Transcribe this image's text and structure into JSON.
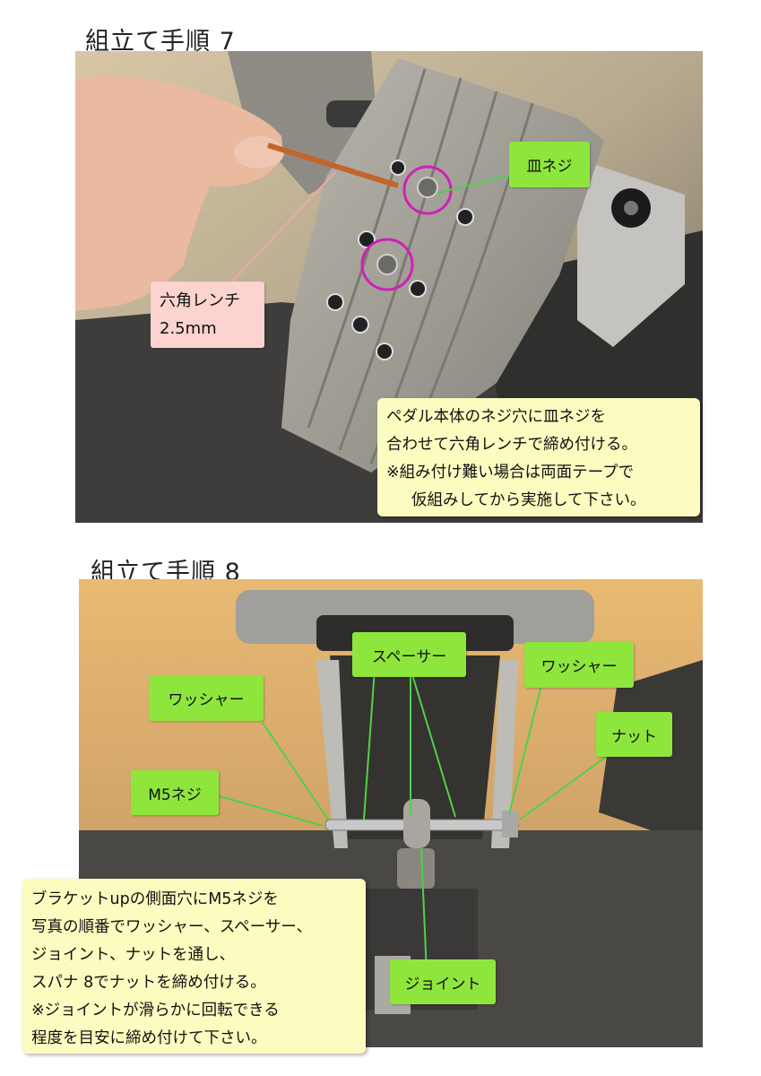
{
  "step7": {
    "title": "組立て手順 7",
    "labels": {
      "flat_screw": "皿ネジ",
      "hex_wrench_line1": "六角レンチ",
      "hex_wrench_line2": "2.5mm"
    },
    "note": [
      "ペダル本体のネジ穴に皿ネジを",
      "合わせて六角レンチで締め付ける。",
      "※組み付け難い場合は両面テープで",
      "仮組みしてから実施して下さい。"
    ]
  },
  "step8": {
    "title": "組立て手順 8",
    "labels": {
      "spacer": "スペーサー",
      "washer_left": "ワッシャー",
      "washer_right": "ワッシャー",
      "nut": "ナット",
      "m5_screw": "M5ネジ",
      "joint": "ジョイント"
    },
    "note": [
      "ブラケットupの側面穴にM5ネジを",
      "写真の順番でワッシャー、スペーサー、",
      "ジョイント、ナットを通し、",
      "スパナ 8でナットを締め付ける。",
      "※ジョイントが滑らかに回転できる",
      "程度を目安に締め付けて下さい。"
    ]
  },
  "colors": {
    "label_green": "#8ee63c",
    "label_pink": "#fbd3cf",
    "note_yellow": "#fdfcc0",
    "callout_line_green": "#4fd14a",
    "highlight_magenta": "#d020b8"
  }
}
